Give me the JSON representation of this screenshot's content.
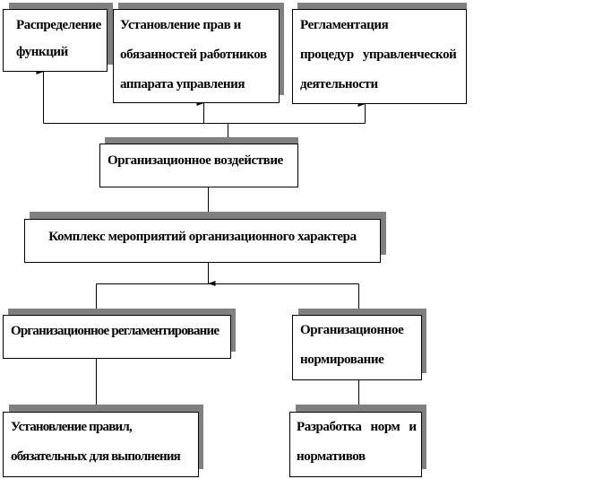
{
  "nodes": {
    "distribution": {
      "lines": [
        "Распределение",
        "функций"
      ]
    },
    "rights": {
      "lines": [
        "Установление прав и",
        "обязанностей работников",
        "аппарата управления"
      ]
    },
    "procedures": {
      "lines": [
        "Регламентация",
        "процедур   управленческой",
        "деятельности"
      ]
    },
    "impact": {
      "lines": [
        "Организационное воздействие"
      ]
    },
    "complex": {
      "lines": [
        "Комплекс мероприятий организационного характера"
      ]
    },
    "regulation": {
      "lines": [
        "Организационное регламентирование"
      ]
    },
    "norming": {
      "lines": [
        "Организационное",
        "нормирование"
      ]
    },
    "rules": {
      "lines": [
        "Установление правил,",
        "обязательных для выполнения"
      ]
    },
    "norms": {
      "lines": [
        "Разработка   норм   и",
        "нормативов"
      ]
    }
  },
  "colors": {
    "shadow": "#808080",
    "line": "#000000"
  }
}
